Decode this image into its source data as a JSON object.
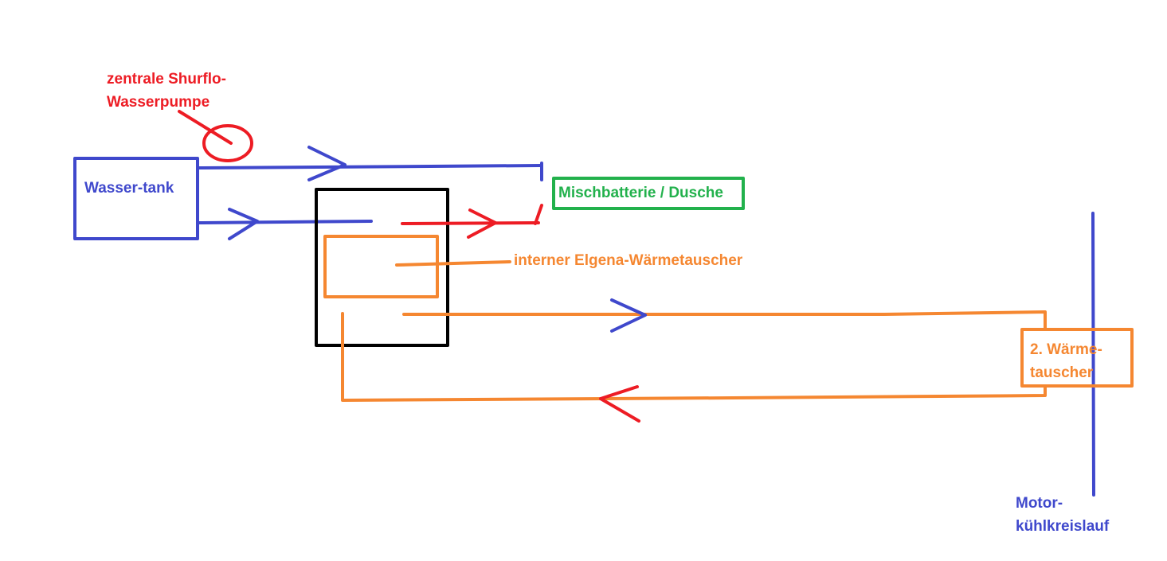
{
  "colors": {
    "water": "#3f48cc",
    "hot": "#ed1c24",
    "coolant": "#f58731",
    "outlet": "#22b14c",
    "boiler": "#000000"
  },
  "labels": {
    "pump": [
      "zentrale Shurflo-",
      "Wasserpumpe"
    ],
    "tank": "Wasser-tank",
    "mixer": "Mischbatterie / Dusche",
    "internal_hx": "interner Elgena-Wärmetauscher",
    "second_hx": [
      "2. Wärme-",
      "tauscher"
    ],
    "engine_cooling": [
      "Motor-",
      "kühlkreislauf"
    ]
  }
}
